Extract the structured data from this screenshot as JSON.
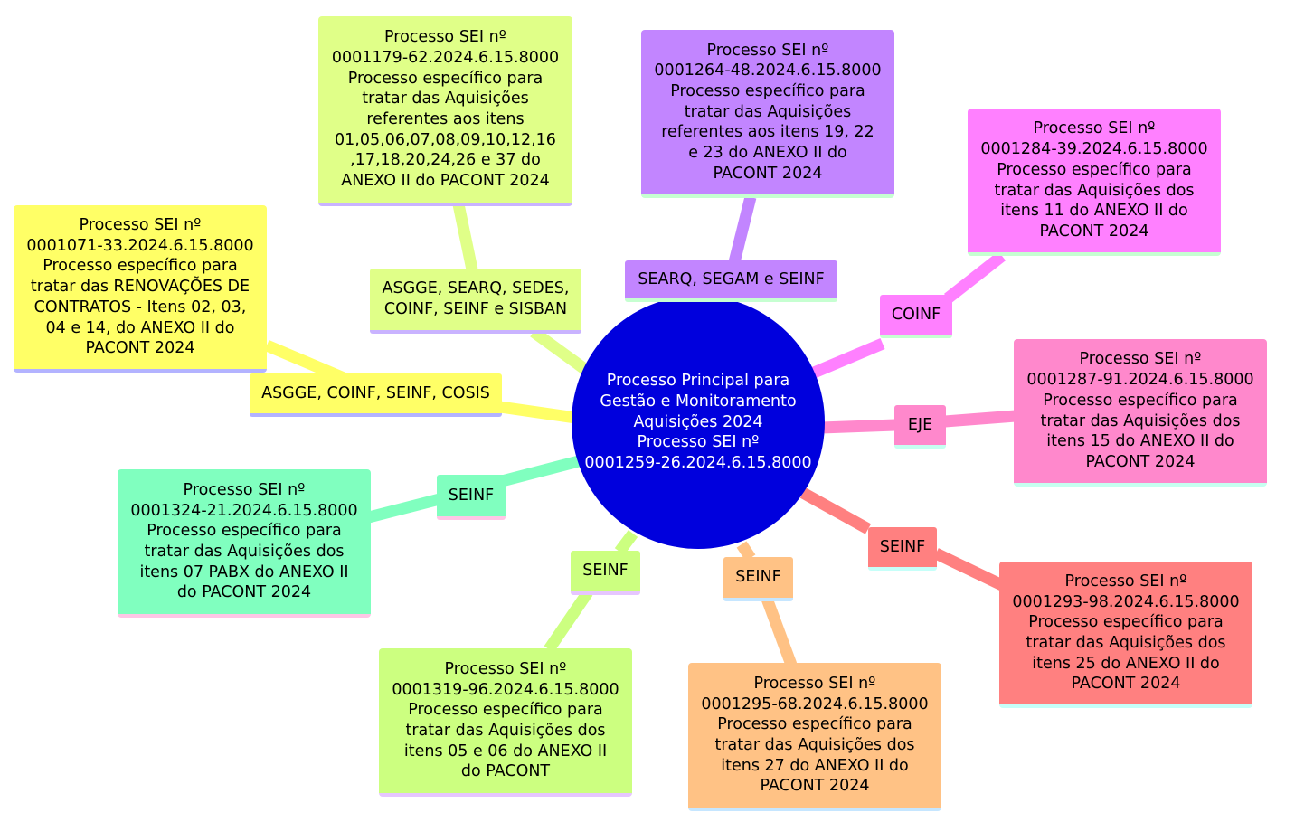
{
  "colors": {
    "center": "#0000dd",
    "yellow": "#ffff66",
    "lime": "#e0ff88",
    "violet": "#c285ff",
    "magenta": "#ff80ff",
    "pink": "#ff88cc",
    "red": "#ff8080",
    "orange": "#ffc285",
    "green": "#ccff80",
    "mint": "#80ffbf"
  },
  "center": {
    "text": "Processo Principal para\nGestão e Monitoramento\nAquisições 2024\nProcesso SEI nº\n0001259-26.2024.6.15.8000"
  },
  "branches": [
    {
      "color": "yellow",
      "tag": "ASGGE, COINF, SEINF, COSIS",
      "leaf": "Processo SEI nº\n0001071-33.2024.6.15.8000\nProcesso específico para\ntratar das RENOVAÇÕES DE\nCONTRATOS - Itens 02, 03,\n04 e 14, do ANEXO II do\nPACONT 2024"
    },
    {
      "color": "lime",
      "tag": "ASGGE, SEARQ, SEDES,\nCOINF, SEINF e SISBAN",
      "leaf": "Processo SEI nº\n0001179-62.2024.6.15.8000\nProcesso específico para\ntratar das Aquisições\nreferentes aos itens\n01,05,06,07,08,09,10,12,16\n,17,18,20,24,26 e 37 do\nANEXO II do PACONT 2024"
    },
    {
      "color": "violet",
      "tag": "SEARQ, SEGAM e SEINF",
      "leaf": "Processo SEI nº\n0001264-48.2024.6.15.8000\nProcesso específico para\ntratar das Aquisições\nreferentes aos itens 19, 22\ne 23 do ANEXO II do\nPACONT 2024"
    },
    {
      "color": "magenta",
      "tag": "COINF",
      "leaf": "Processo SEI nº\n0001284-39.2024.6.15.8000\nProcesso específico para\ntratar das Aquisições dos\nitens 11 do ANEXO II do\nPACONT 2024"
    },
    {
      "color": "pink",
      "tag": "EJE",
      "leaf": "Processo SEI nº\n0001287-91.2024.6.15.8000\nProcesso específico para\ntratar das Aquisições dos\nitens 15 do ANEXO II do\nPACONT 2024"
    },
    {
      "color": "red",
      "tag": "SEINF",
      "leaf": "Processo SEI nº\n0001293-98.2024.6.15.8000\nProcesso específico para\ntratar das Aquisições dos\nitens 25 do ANEXO II do\nPACONT 2024"
    },
    {
      "color": "orange",
      "tag": "SEINF",
      "leaf": "Processo SEI nº\n0001295-68.2024.6.15.8000\nProcesso específico para\ntratar das Aquisições dos\nitens 27 do ANEXO II do\nPACONT 2024"
    },
    {
      "color": "green",
      "tag": "SEINF",
      "leaf": "Processo SEI nº\n0001319-96.2024.6.15.8000\nProcesso específico para\ntratar das Aquisições dos\nitens 05 e 06 do ANEXO II\ndo PACONT"
    },
    {
      "color": "mint",
      "tag": "SEINF",
      "leaf": "Processo SEI nº\n0001324-21.2024.6.15.8000\nProcesso específico para\ntratar das Aquisições dos\nitens 07 PABX do ANEXO II\ndo PACONT 2024"
    }
  ]
}
